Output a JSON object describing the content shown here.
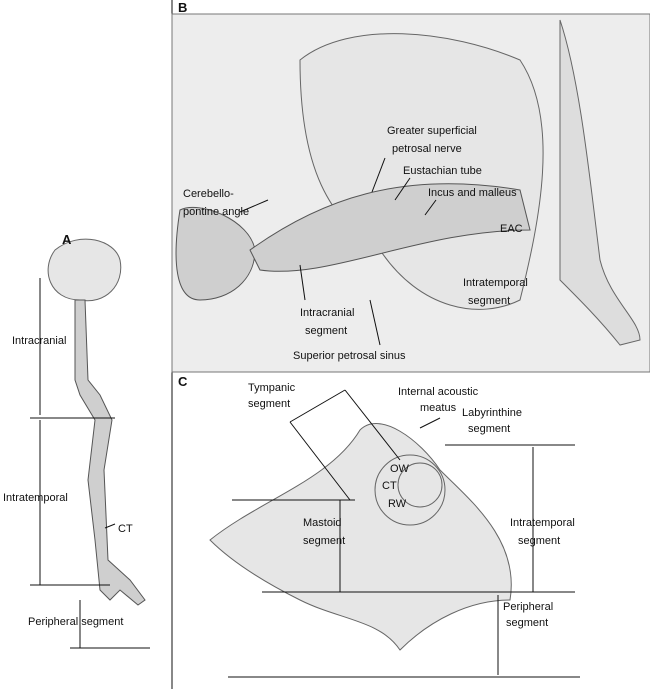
{
  "panels": {
    "a": {
      "letter": "A",
      "labels": {
        "intracranial": "Intracranial",
        "intratemporal": "Intratemporal",
        "ct": "CT",
        "peripheral": "Peripheral segment"
      }
    },
    "b": {
      "letter": "B",
      "labels": {
        "gspn_1": "Greater superficial",
        "gspn_2": "petrosal nerve",
        "eustachian": "Eustachian tube",
        "incus": "Incus and malleus",
        "eac": "EAC",
        "cpa_1": "Cerebello-",
        "cpa_2": "pontine angle",
        "intratemporal_1": "Intratemporal",
        "intratemporal_2": "segment",
        "intracranial_1": "Intracranial",
        "intracranial_2": "segment",
        "sps": "Superior petrosal sinus"
      }
    },
    "c": {
      "letter": "C",
      "labels": {
        "tympanic_1": "Tympanic",
        "tympanic_2": "segment",
        "iam_1": "Internal acoustic",
        "iam_2": "meatus",
        "labyrinthine_1": "Labyrinthine",
        "labyrinthine_2": "segment",
        "ow": "OW",
        "ct": "CT",
        "rw": "RW",
        "mastoid_1": "Mastoid",
        "mastoid_2": "segment",
        "intratemporal_1": "Intratemporal",
        "intratemporal_2": "segment",
        "peripheral_1": "Peripheral",
        "peripheral_2": "segment"
      }
    }
  }
}
